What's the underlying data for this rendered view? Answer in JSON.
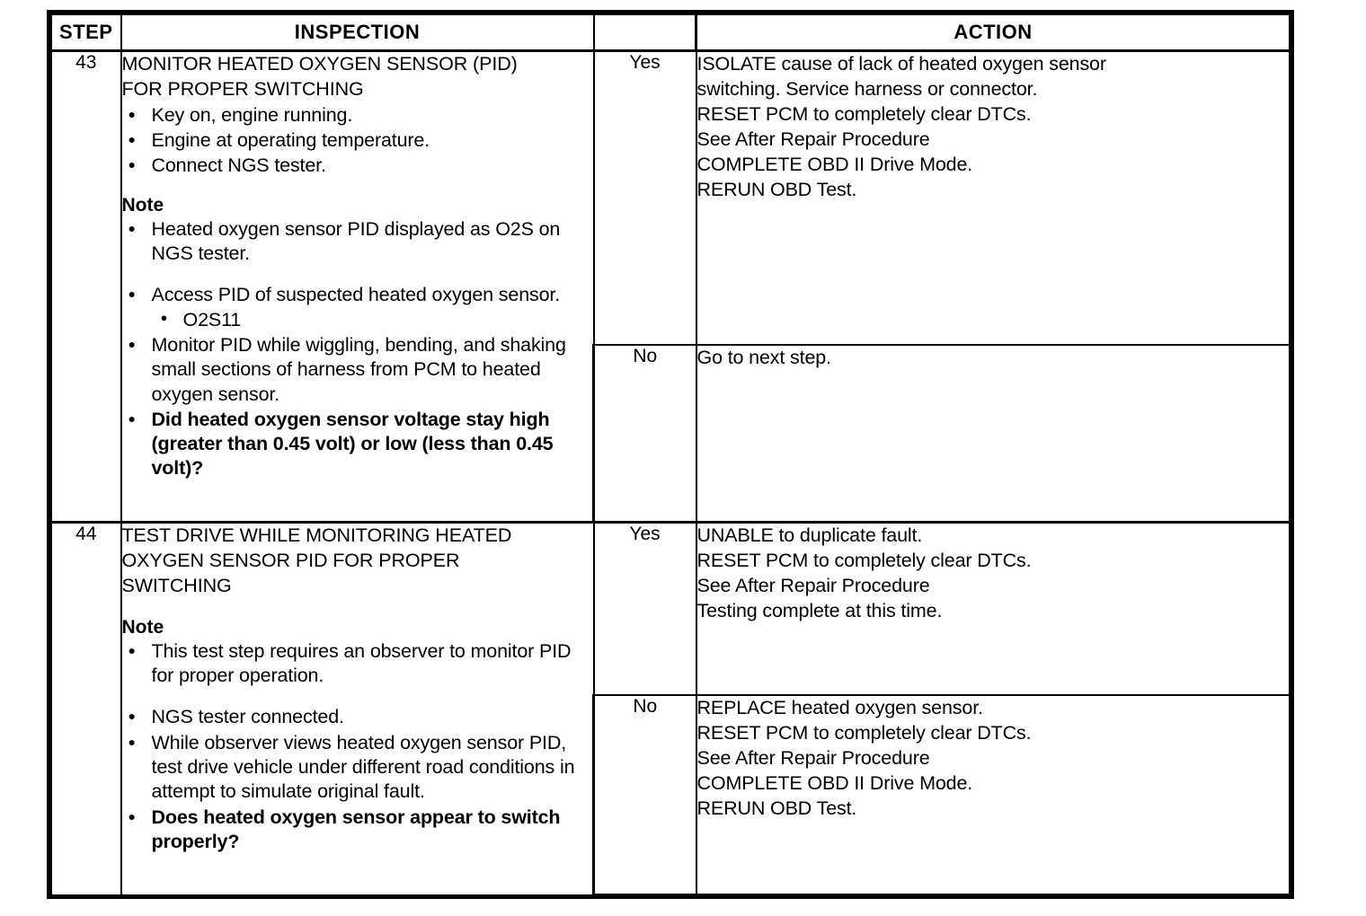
{
  "table": {
    "headers": {
      "step": "STEP",
      "inspection": "INSPECTION",
      "yes_no": "",
      "action": "ACTION"
    },
    "steps": [
      {
        "number": "43",
        "inspection": {
          "title": "MONITOR HEATED OXYGEN SENSOR (PID)\nFOR PROPER SWITCHING",
          "bullets_before_note": [
            "Key on, engine running.",
            "Engine at operating temperature.",
            "Connect NGS tester."
          ],
          "note_label": "Note",
          "note_bullets": [
            {
              "text": "Heated oxygen sensor PID displayed as O2S on NGS tester.",
              "bold": false,
              "gap": false,
              "sub": []
            },
            {
              "text": "Access PID of suspected heated oxygen sensor.",
              "bold": false,
              "gap": true,
              "sub": [
                "O2S11"
              ]
            },
            {
              "text": "Monitor PID while wiggling, bending, and shaking small sections of harness from PCM to heated oxygen sensor.",
              "bold": false,
              "gap": false,
              "sub": []
            },
            {
              "text": "Did heated oxygen sensor voltage stay high (greater than 0.45 volt) or low (less than 0.45 volt)?",
              "bold": true,
              "gap": false,
              "sub": []
            }
          ]
        },
        "outcomes": [
          {
            "label": "Yes",
            "action_lines": [
              "ISOLATE cause of lack of heated oxygen sensor",
              "switching. Service harness or connector.",
              "RESET PCM to completely clear DTCs.",
              "See After Repair Procedure",
              "COMPLETE OBD II Drive Mode.",
              "RERUN OBD Test."
            ]
          },
          {
            "label": "No",
            "action_lines": [
              "Go to next step."
            ]
          }
        ]
      },
      {
        "number": "44",
        "inspection": {
          "title": "TEST DRIVE WHILE MONITORING HEATED\nOXYGEN SENSOR PID FOR PROPER\nSWITCHING",
          "bullets_before_note": [],
          "note_label": "Note",
          "note_bullets": [
            {
              "text": "This test step requires an observer to monitor PID for proper operation.",
              "bold": false,
              "gap": false,
              "sub": []
            },
            {
              "text": "NGS tester connected.",
              "bold": false,
              "gap": true,
              "sub": []
            },
            {
              "text": "While observer views heated oxygen sensor PID, test drive vehicle under different road conditions in attempt to simulate original fault.",
              "bold": false,
              "gap": false,
              "sub": []
            },
            {
              "text": "Does heated oxygen sensor appear to switch properly?",
              "bold": true,
              "gap": false,
              "sub": []
            }
          ]
        },
        "outcomes": [
          {
            "label": "Yes",
            "action_lines": [
              "UNABLE to duplicate fault.",
              "RESET PCM to completely clear DTCs.",
              "See After Repair Procedure",
              "Testing complete at this time."
            ]
          },
          {
            "label": "No",
            "action_lines": [
              "REPLACE heated oxygen sensor.",
              "RESET PCM to completely clear DTCs.",
              "See After Repair Procedure",
              "COMPLETE OBD II Drive Mode.",
              "RERUN OBD Test."
            ]
          }
        ]
      }
    ]
  }
}
